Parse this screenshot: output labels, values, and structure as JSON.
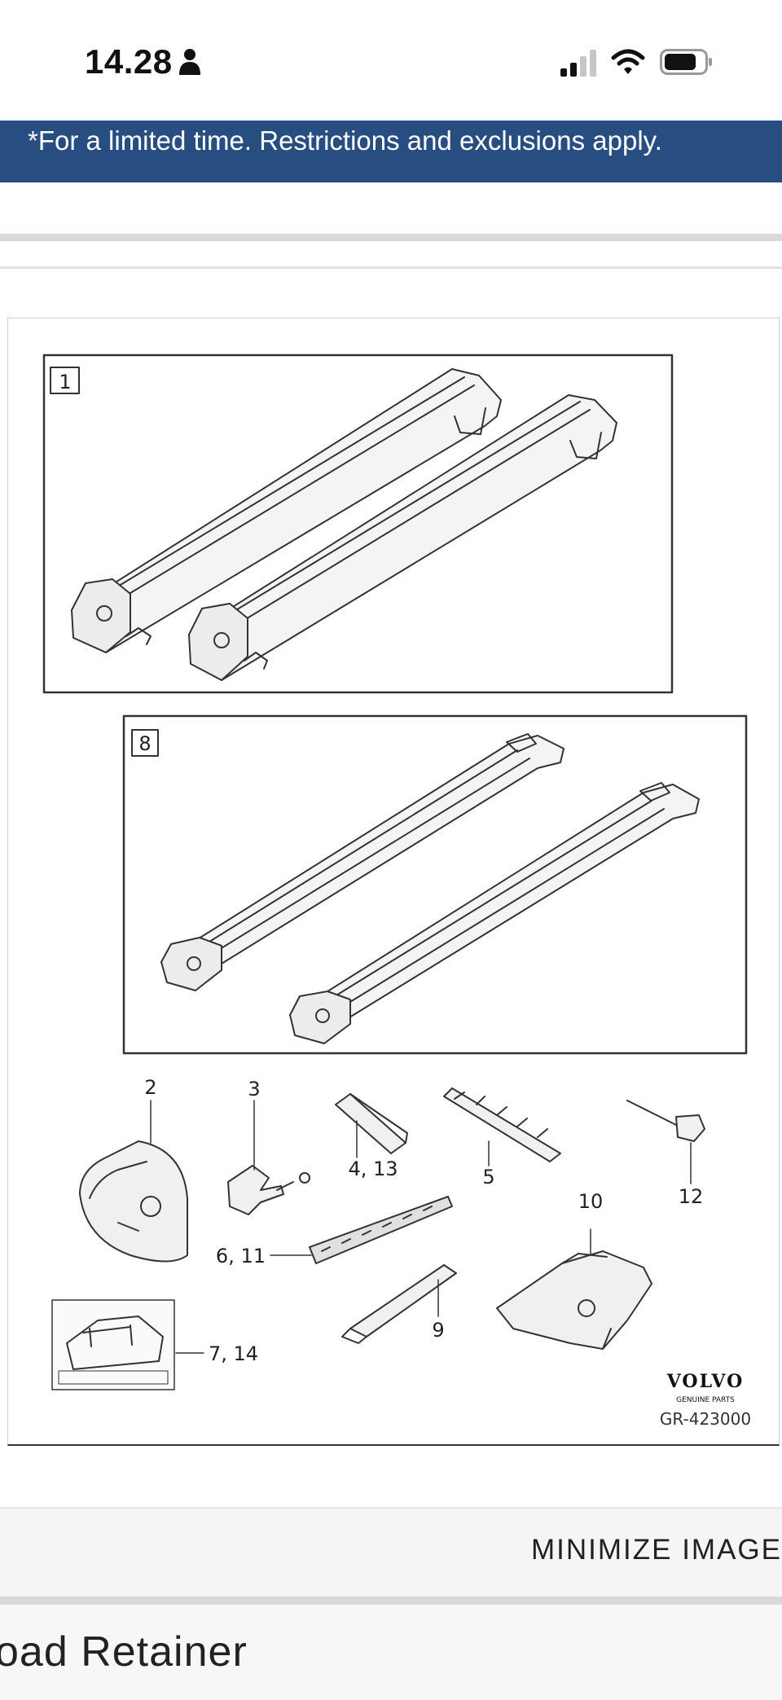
{
  "status_bar": {
    "time": "14.28",
    "icons": [
      "person-icon",
      "cellular-signal-icon",
      "wifi-icon",
      "battery-icon"
    ]
  },
  "promo_banner": {
    "text": "*For a limited time. Restrictions and exclusions apply.",
    "background": "#284d80",
    "color": "#ffffff"
  },
  "diagram": {
    "box_labels": [
      "1",
      "8"
    ],
    "callouts": {
      "c2": "2",
      "c3": "3",
      "c4_13": "4, 13",
      "c5": "5",
      "c6_11": "6, 11",
      "c7_14": "7, 14",
      "c9": "9",
      "c10": "10",
      "c12": "12"
    },
    "brand": "VOLVO",
    "brand_sub": "GENUINE PARTS",
    "code": "GR-423000"
  },
  "minimize_button": {
    "label": "MINIMIZE IMAGE"
  },
  "part": {
    "title": "oad Retainer"
  }
}
